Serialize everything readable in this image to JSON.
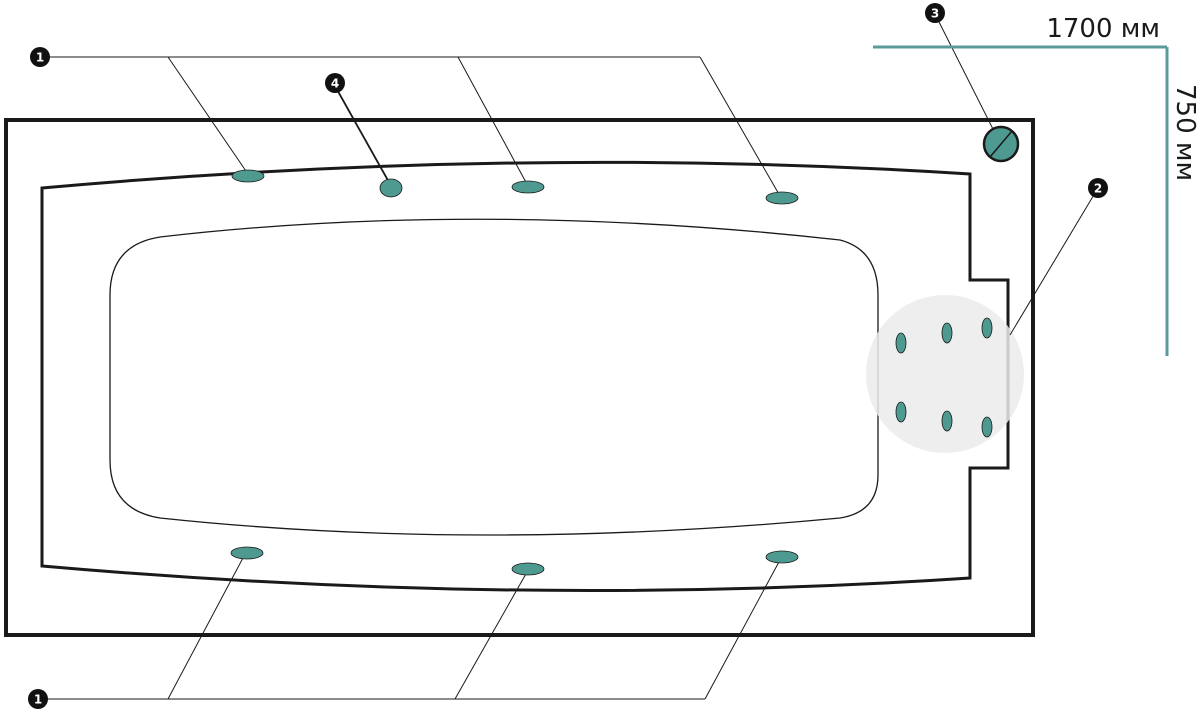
{
  "dimensions": {
    "length": "1700 мм",
    "width": "750 мм",
    "line_color": "#5b9a9a"
  },
  "callouts": {
    "side_jets": "1",
    "back_jets": "2",
    "overflow": "3",
    "aerator": "4"
  },
  "colors": {
    "jet": "#4f9a90",
    "outline": "#1a1a1a",
    "headrest": "#ebebeb",
    "callout_bg": "#111111"
  }
}
